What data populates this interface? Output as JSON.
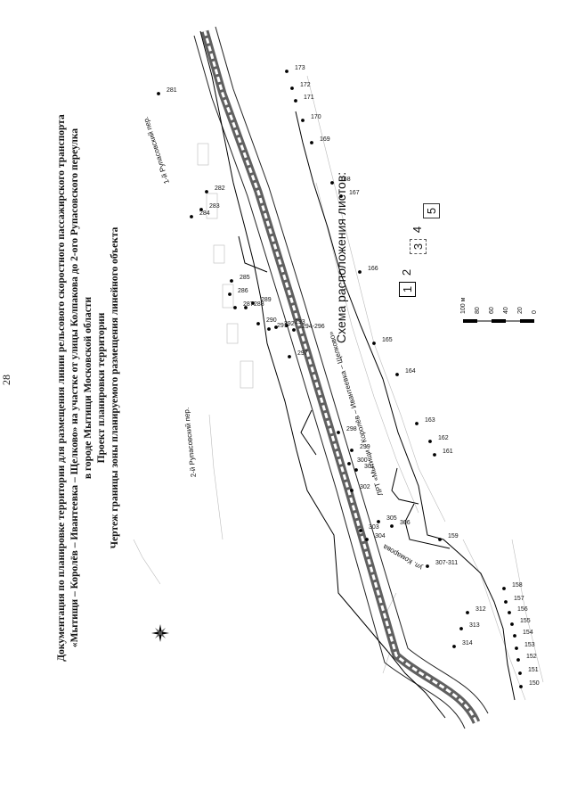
{
  "page_number": "28",
  "title_lines": [
    "Документация по планировке территории для размещения линии рельсового скоростного пассажирского транспорта",
    "«Мытищи – Королёв – Ивантеевка – Щелково» на участке от улицы Колпакова до 2-ого Рупасовского переулка",
    "в городе Мытищи Московской области",
    "Проект планировки территории",
    "Чертеж границы зоны планируемого размещения линейного объекта"
  ],
  "streets": {
    "rupasovsky": "2-й Рупасовский пер.",
    "rupasovsky_top": "1-й Рупасовский пер.",
    "line": "ЛРТ «Мытищи – Королёв – Ивантеевка – Щелково»",
    "komarova": "ул. Комарова"
  },
  "point_labels": [
    "150",
    "151",
    "152",
    "153",
    "154",
    "155",
    "156",
    "157",
    "158",
    "159",
    "161",
    "162",
    "163",
    "164",
    "165",
    "166",
    "167",
    "168",
    "169",
    "170",
    "171",
    "172",
    "173",
    "281",
    "282",
    "283",
    "284",
    "285",
    "286",
    "287",
    "288",
    "289",
    "290",
    "291",
    "292",
    "293",
    "294-296",
    "297",
    "298",
    "299",
    "300",
    "301",
    "302",
    "303",
    "304",
    "305",
    "306",
    "307-311",
    "312",
    "313",
    "314"
  ],
  "scheme": {
    "title": "Схема расположения листов:",
    "sheets": [
      "1",
      "2",
      "3",
      "4",
      "5"
    ]
  },
  "scale": {
    "ticks": [
      "0",
      "20",
      "40",
      "60",
      "80",
      "100 м"
    ]
  },
  "icons": {
    "north_arrow": "compass-rose-icon"
  }
}
